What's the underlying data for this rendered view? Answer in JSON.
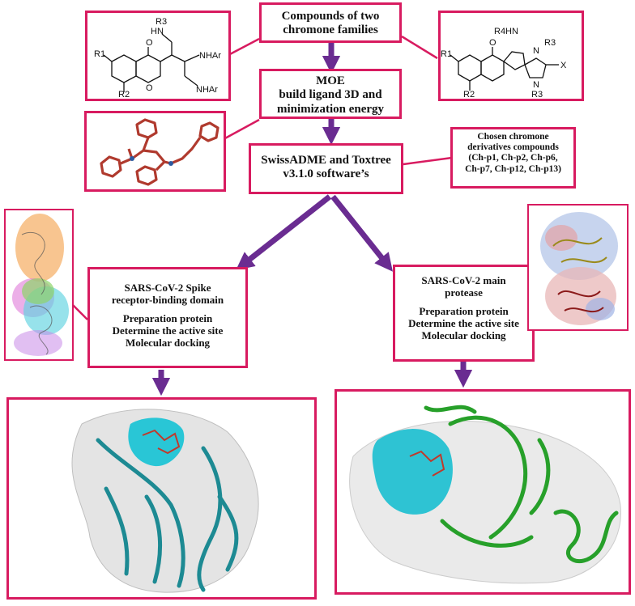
{
  "colors": {
    "box_border": "#d81b60",
    "arrow": "#6a2c91",
    "teal": "#2bb0bd",
    "green": "#2ca02c",
    "ligand": "#c0392b"
  },
  "compounds_title": [
    "Compounds of two",
    "chromone families"
  ],
  "moe": [
    "MOE",
    "build ligand 3D and",
    "minimization energy"
  ],
  "swiss": [
    "SwissADME and Toxtree",
    "v3.1.0 software’s"
  ],
  "chosen": [
    "Chosen chromone",
    "derivatives compounds",
    "(Ch-p1, Ch-p2, Ch-p6,",
    "Ch-p7, Ch-p12, Ch-p13)"
  ],
  "spike": {
    "title": [
      "SARS-CoV-2 Spike",
      "receptor-binding domain"
    ],
    "steps": [
      "Preparation protein",
      "Determine the active site",
      "Molecular docking"
    ]
  },
  "mpro": {
    "title": [
      "SARS-CoV-2 main",
      "protease"
    ],
    "steps": [
      "Preparation protein",
      "Determine the active site",
      "Molecular docking"
    ]
  },
  "chem_left": {
    "r1": "R1",
    "r2": "R2",
    "r3": "R3",
    "hn": "HN",
    "nhar1": "NHAr",
    "nhar2": "NHAr"
  },
  "chem_right": {
    "r1": "R1",
    "r2": "R2",
    "r3a": "R3",
    "r3b": "R3",
    "r4hn": "R4HN",
    "x": "X",
    "n1": "N",
    "n2": "N"
  },
  "icons": [
    "flow-arrow-icon",
    "protein-structure-icon",
    "molecule-structure-icon"
  ]
}
